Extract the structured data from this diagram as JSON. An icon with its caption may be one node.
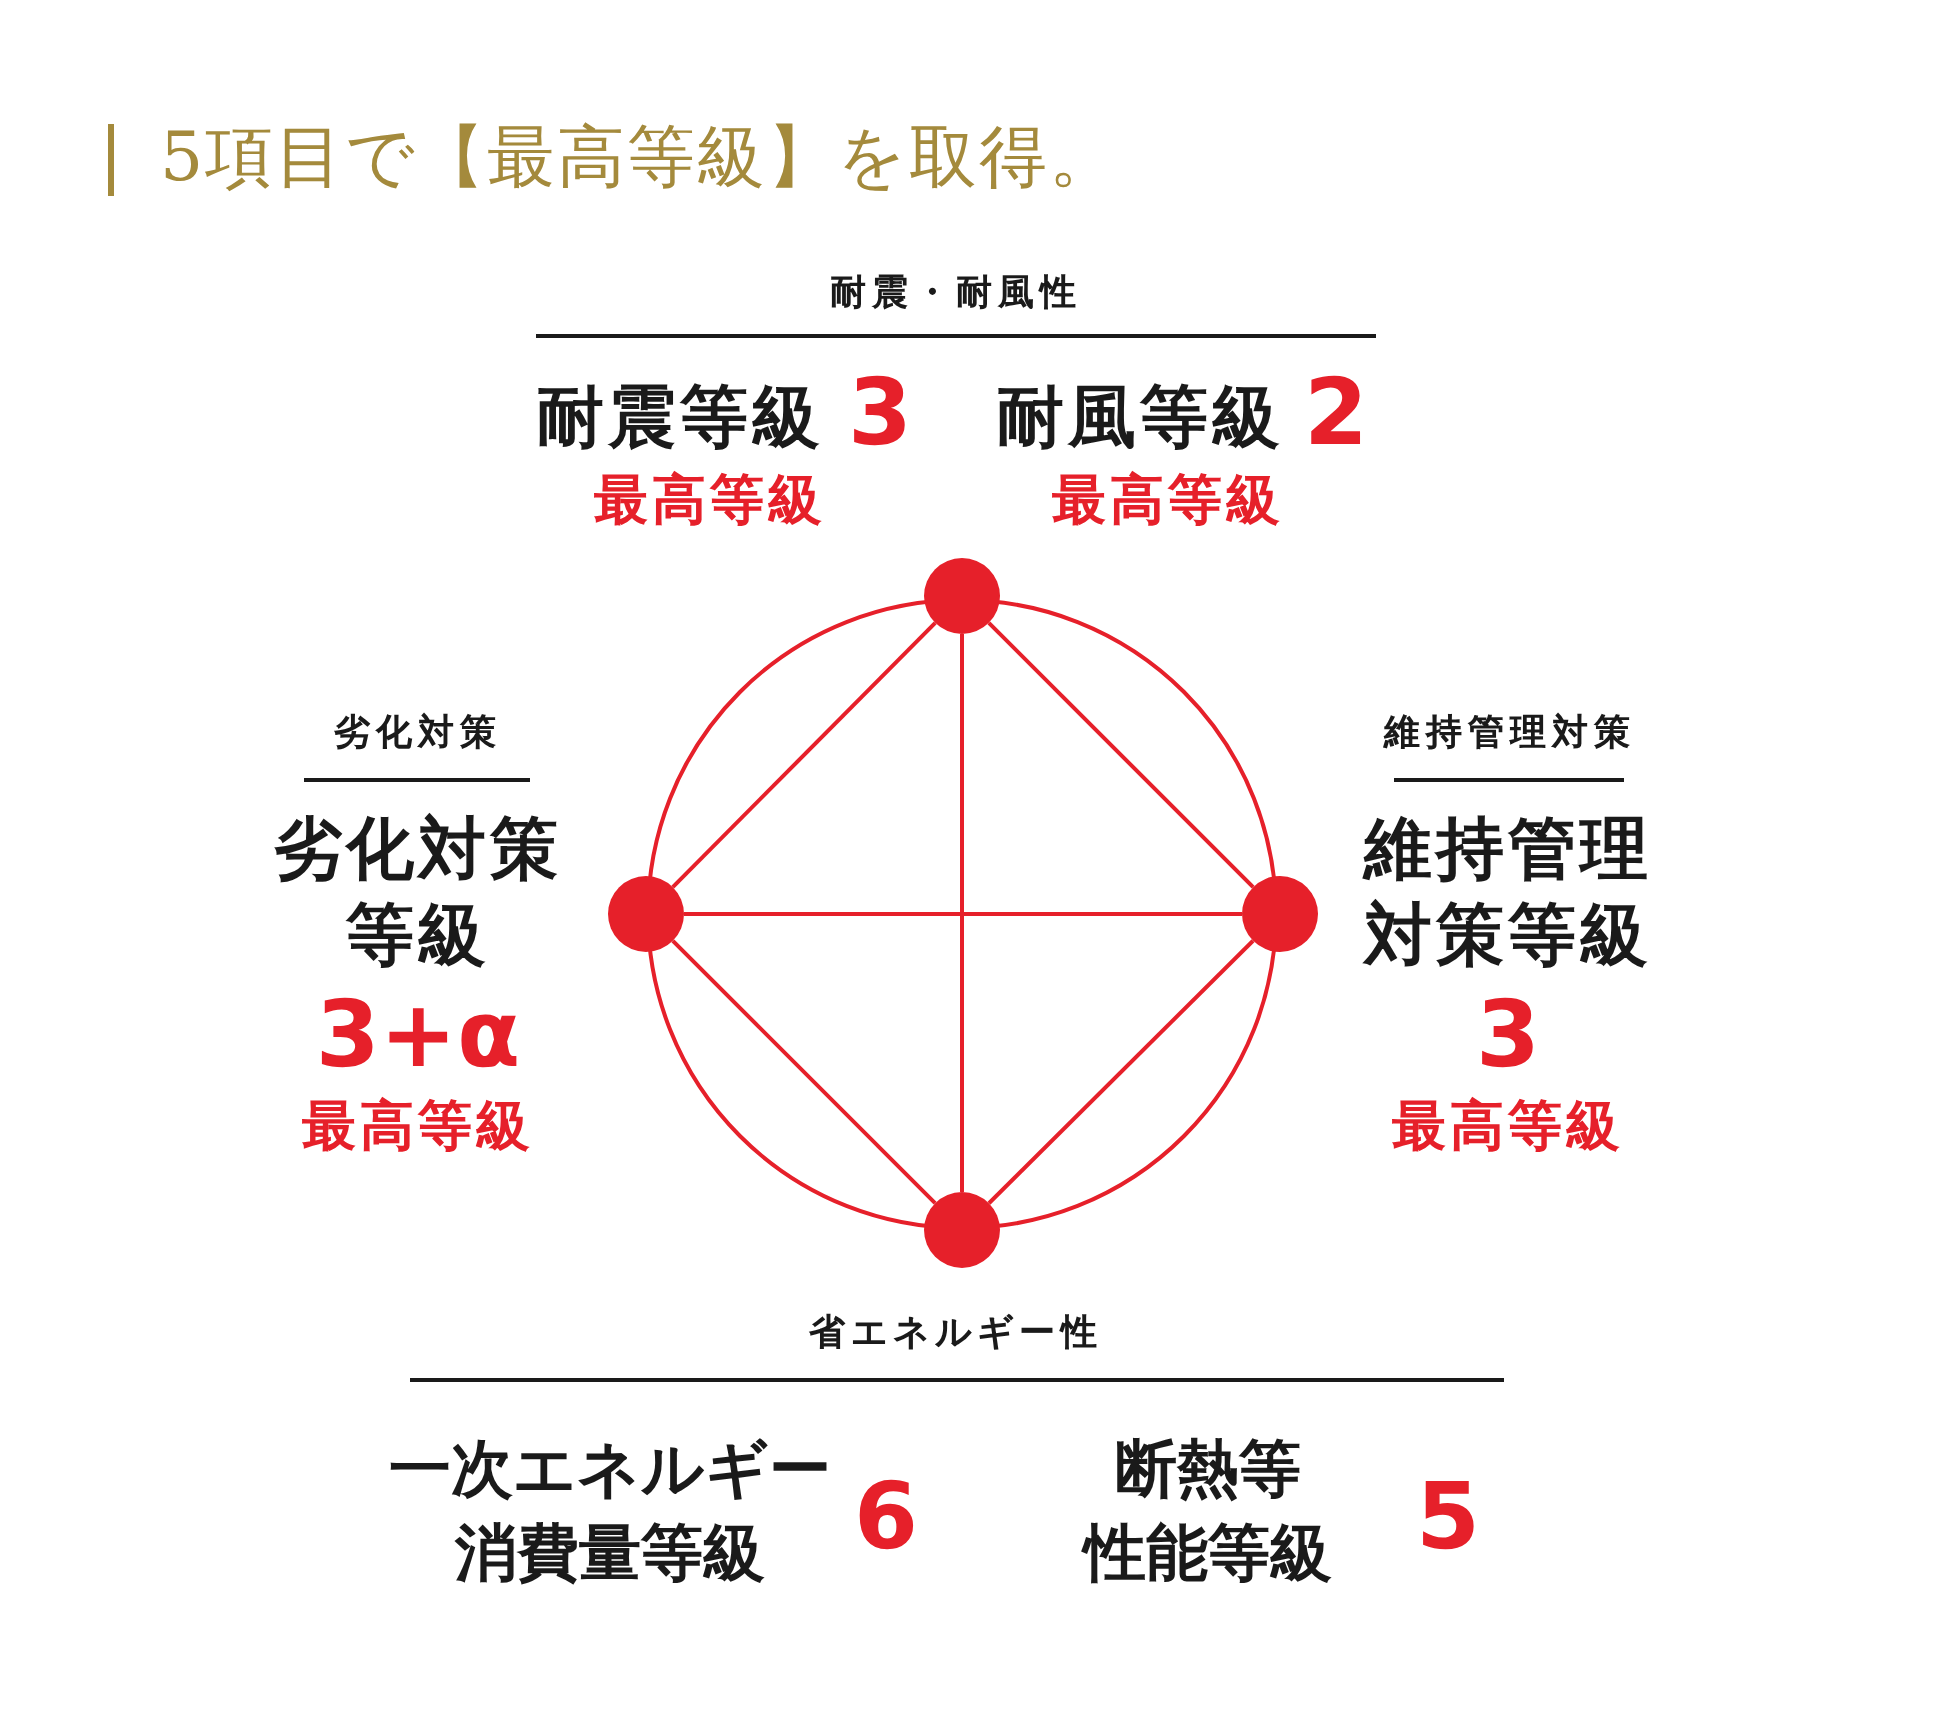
{
  "diagram": {
    "title": "5項目で【最高等級】を取得。",
    "nodes": [
      {
        "text": [],
        "shape": "circle"
      },
      {
        "text": [],
        "shape": "circle"
      },
      {
        "text": [],
        "shape": "circle"
      },
      {
        "text": [],
        "shape": "circle"
      }
    ],
    "edges": [
      {
        "from": 0,
        "to": 1,
        "arrow": "none"
      },
      {
        "from": 0,
        "to": 2,
        "arrow": "none"
      },
      {
        "from": 0,
        "to": 3,
        "arrow": "none"
      },
      {
        "from": 1,
        "to": 2,
        "arrow": "none"
      },
      {
        "from": 1,
        "to": 3,
        "arrow": "none"
      },
      {
        "from": 2,
        "to": 3,
        "arrow": "none"
      }
    ],
    "labels": [
      "耐震・耐風性",
      "耐震等級",
      "3",
      "耐風等級",
      "2",
      "最高等級",
      "最高等級",
      "劣化対策",
      "劣化対策等級",
      "3+α",
      "最高等級",
      "維持管理対策",
      "維持管理対策等級",
      "3",
      "最高等級",
      "省エネルギー性",
      "一次エネルギー消費量等級",
      "6",
      "断熱等性能等級",
      "5"
    ]
  }
}
